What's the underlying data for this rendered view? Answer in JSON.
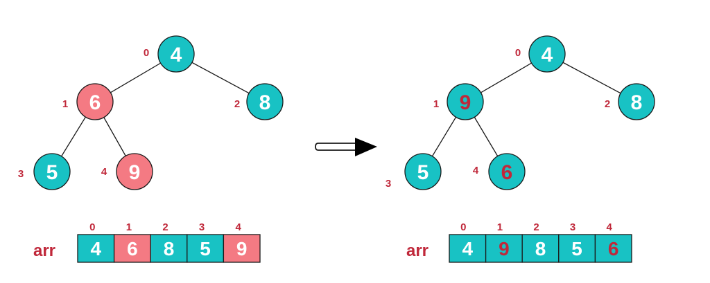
{
  "colors": {
    "teal": "#18c2c4",
    "pink": "#f47a83",
    "red_text": "#c0283a",
    "stroke": "#1a1a1a",
    "white": "#ffffff"
  },
  "before": {
    "arr_label": "arr",
    "nodes": [
      {
        "index": "0",
        "value": "4",
        "color": "teal",
        "text": "white"
      },
      {
        "index": "1",
        "value": "6",
        "color": "pink",
        "text": "white"
      },
      {
        "index": "2",
        "value": "8",
        "color": "teal",
        "text": "white"
      },
      {
        "index": "3",
        "value": "5",
        "color": "teal",
        "text": "white"
      },
      {
        "index": "4",
        "value": "9",
        "color": "pink",
        "text": "white"
      }
    ],
    "cells": [
      {
        "index": "0",
        "value": "4",
        "color": "teal",
        "text": "white"
      },
      {
        "index": "1",
        "value": "6",
        "color": "pink",
        "text": "white"
      },
      {
        "index": "2",
        "value": "8",
        "color": "teal",
        "text": "white"
      },
      {
        "index": "3",
        "value": "5",
        "color": "teal",
        "text": "white"
      },
      {
        "index": "4",
        "value": "9",
        "color": "pink",
        "text": "white"
      }
    ]
  },
  "after": {
    "arr_label": "arr",
    "nodes": [
      {
        "index": "0",
        "value": "4",
        "color": "teal",
        "text": "white"
      },
      {
        "index": "1",
        "value": "9",
        "color": "teal",
        "text": "red_text"
      },
      {
        "index": "2",
        "value": "8",
        "color": "teal",
        "text": "white"
      },
      {
        "index": "3",
        "value": "5",
        "color": "teal",
        "text": "white"
      },
      {
        "index": "4",
        "value": "6",
        "color": "teal",
        "text": "red_text"
      }
    ],
    "cells": [
      {
        "index": "0",
        "value": "4",
        "color": "teal",
        "text": "white"
      },
      {
        "index": "1",
        "value": "9",
        "color": "teal",
        "text": "red_text"
      },
      {
        "index": "2",
        "value": "8",
        "color": "teal",
        "text": "white"
      },
      {
        "index": "3",
        "value": "5",
        "color": "teal",
        "text": "white"
      },
      {
        "index": "4",
        "value": "6",
        "color": "teal",
        "text": "red_text"
      }
    ]
  }
}
